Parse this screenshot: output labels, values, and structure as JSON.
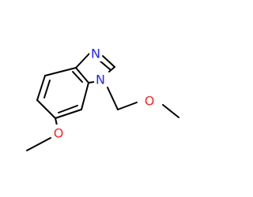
{
  "molecule": {
    "atoms": [
      {
        "id": "n3",
        "symbol": "N",
        "color": "#2626ff"
      },
      {
        "id": "n1",
        "symbol": "N",
        "color": "#2626ff"
      },
      {
        "id": "o_ether",
        "symbol": "O",
        "color": "#ff2626"
      },
      {
        "id": "o_methoxy",
        "symbol": "O",
        "color": "#ff2626"
      }
    ],
    "bond_color": "#000000"
  }
}
